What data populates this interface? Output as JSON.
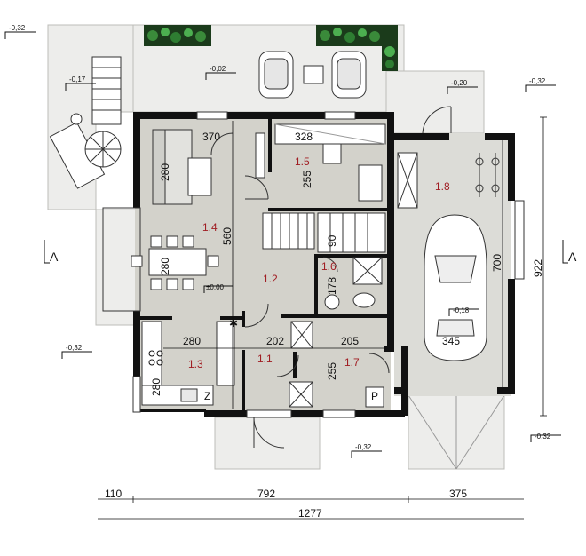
{
  "rooms": {
    "r11": "1.1",
    "r12": "1.2",
    "r13": "1.3",
    "r14": "1.4",
    "r15": "1.5",
    "r16": "1.6",
    "r17": "1.7",
    "r18": "1.8"
  },
  "dimensions": {
    "d370": "370",
    "d328": "328",
    "d280_sofa": "280",
    "d255_kitchen": "255",
    "d560": "560",
    "d280_dining": "280",
    "d90": "90",
    "d178": "178",
    "d700": "700",
    "d922": "922",
    "d280_hall": "280",
    "d202": "202",
    "d205": "205",
    "d255_hall": "255",
    "d280_side": "280",
    "d345": "345",
    "d110": "110",
    "d792": "792",
    "d375": "375",
    "d1277": "1277"
  },
  "levels": {
    "l1": "-0,32",
    "l2": "-0,17",
    "l3": "-0,02",
    "l4": "-0,20",
    "l5": "-0,32",
    "l6": "±0,00",
    "l7": "-0,18",
    "l8": "-0,32",
    "l9": "-0,32",
    "l10": "-0,32"
  },
  "section_marks": {
    "left": "A",
    "right": "A"
  },
  "fixtures": {
    "stove_letter": "Z",
    "p_letter": "P"
  },
  "colors": {
    "floor": "#d3d2cb",
    "garage": "#dcdcd7",
    "terrace": "#ededeb",
    "wall": "#111111",
    "room_number": "#a01c22",
    "plants": "#2e7d32"
  }
}
